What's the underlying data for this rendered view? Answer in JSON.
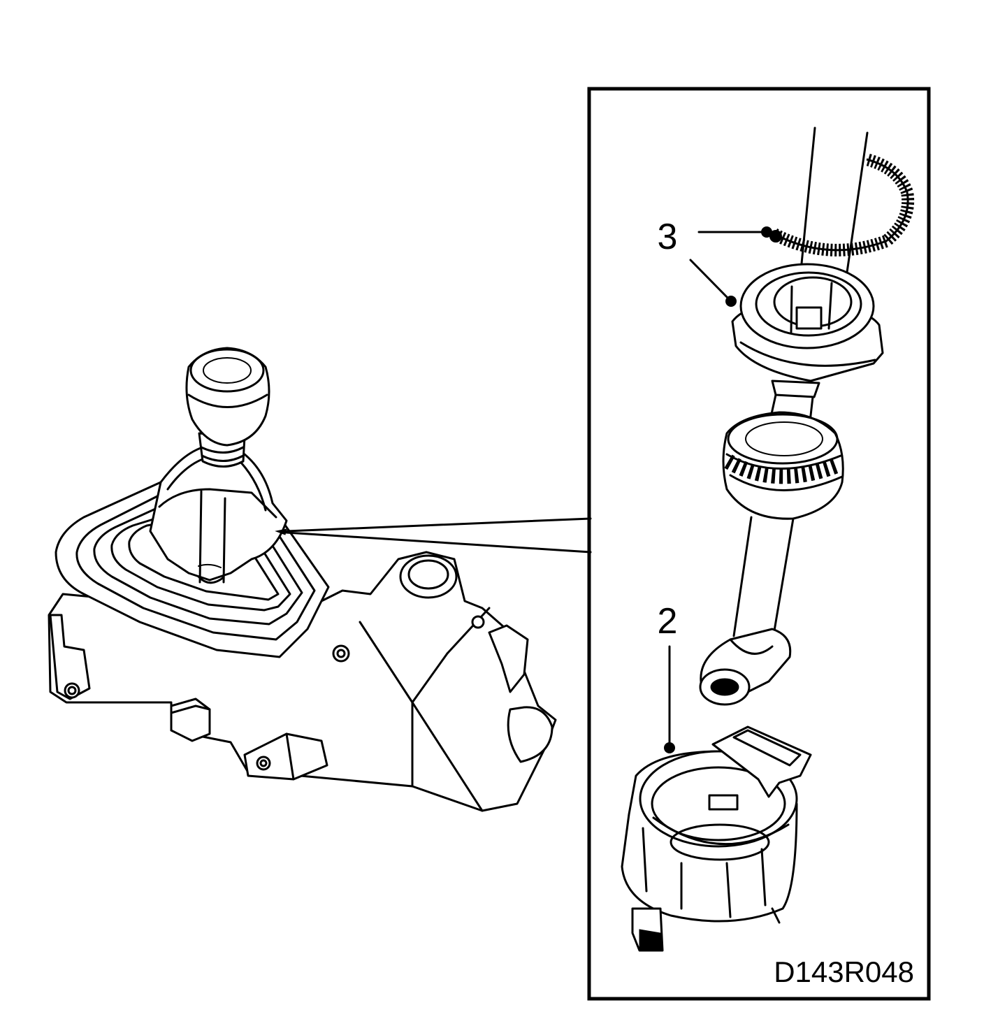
{
  "callouts": [
    {
      "id": "3",
      "text": "3"
    },
    {
      "id": "2",
      "text": "2"
    }
  ],
  "figure_code": "D143R048",
  "colors": {
    "line": "#000000",
    "background": "#ffffff"
  }
}
